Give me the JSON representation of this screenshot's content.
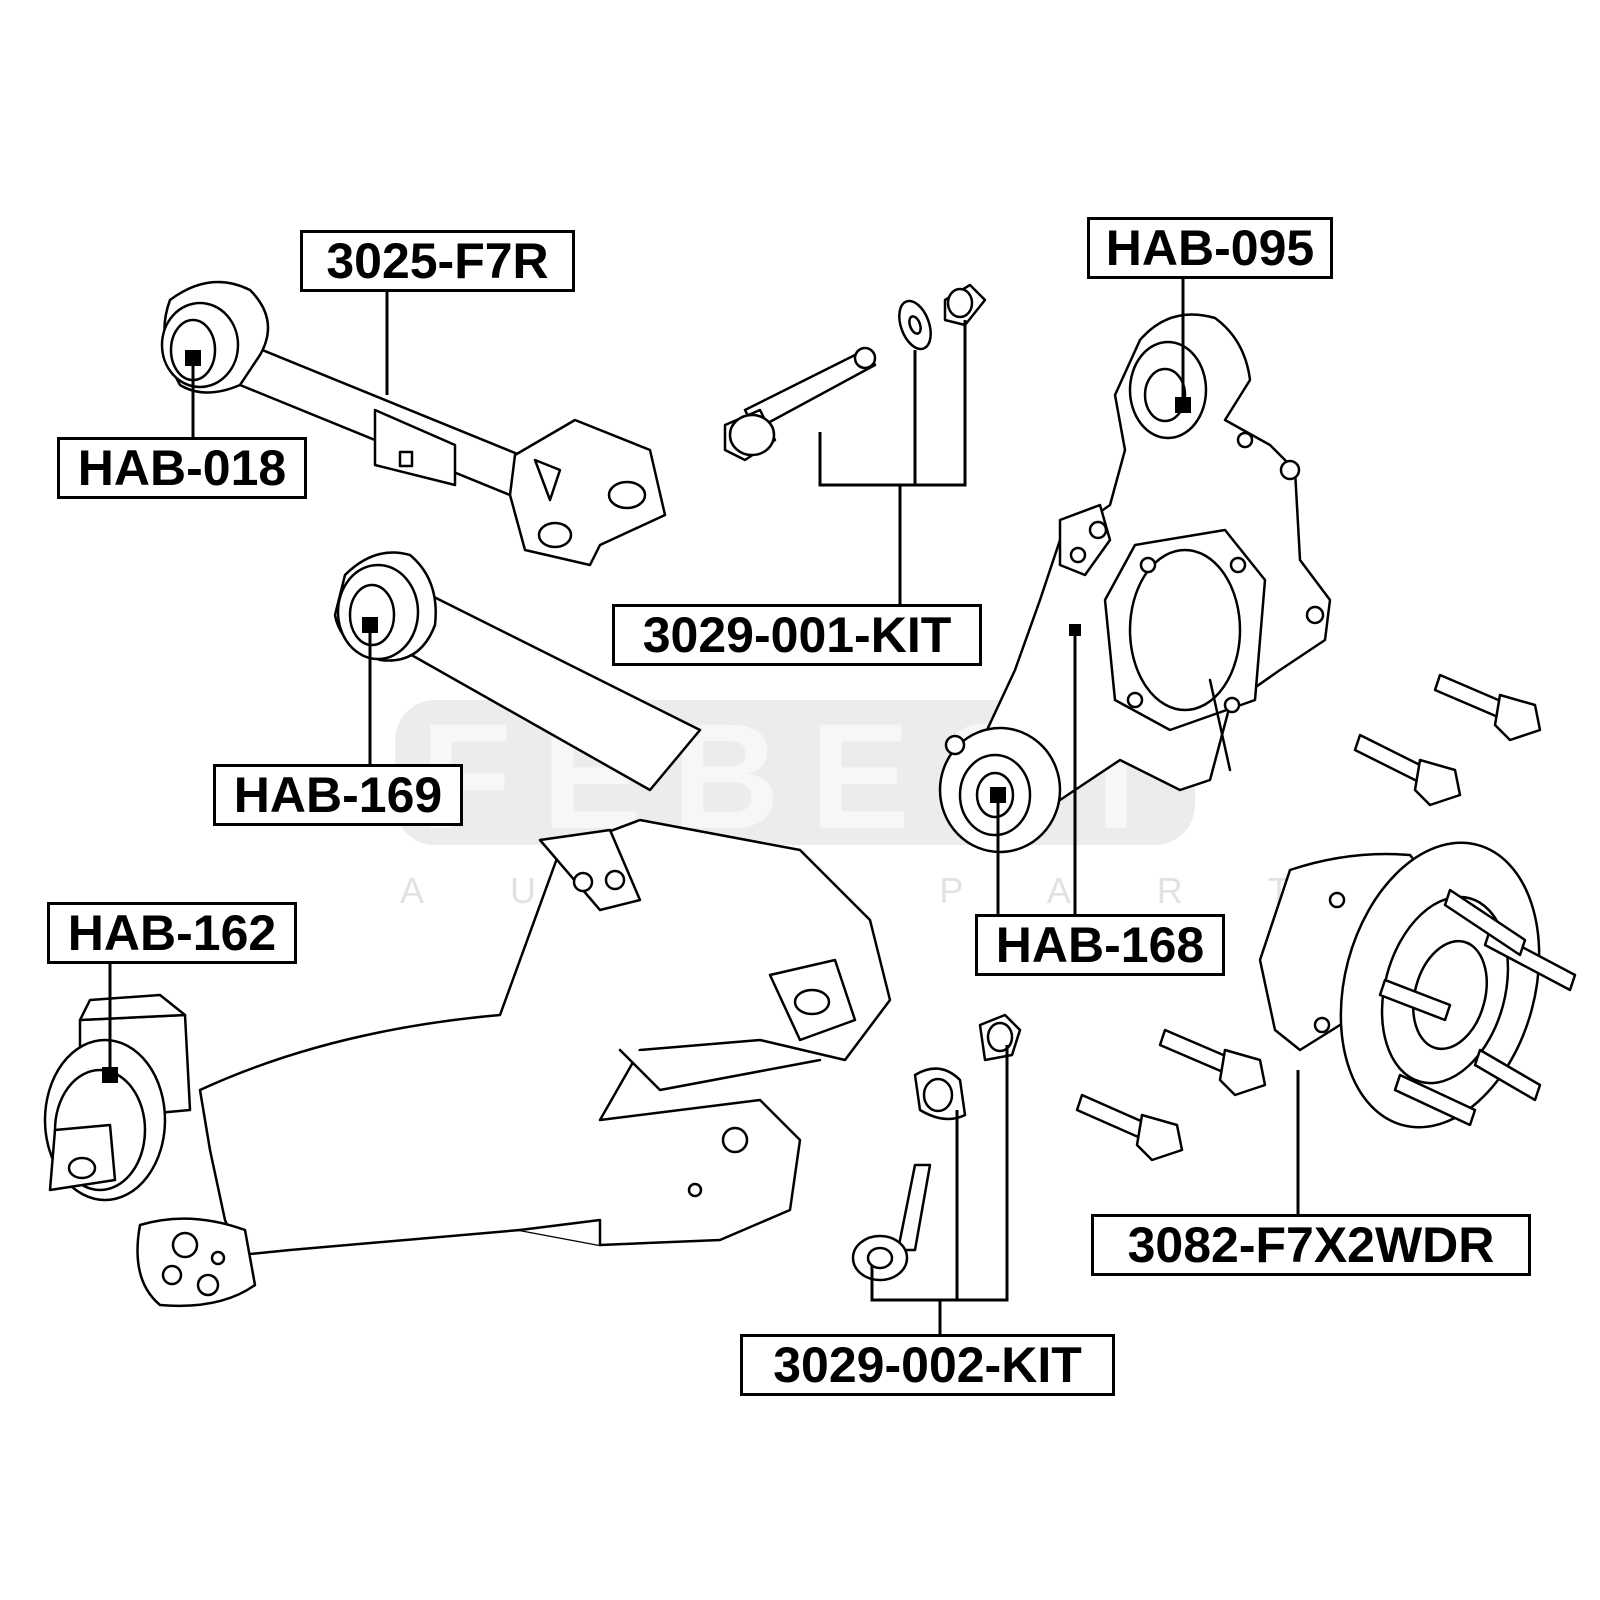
{
  "watermark": {
    "brand": "FEBEST",
    "tagline": "AUTO PARTS",
    "color": "#e6e6e6"
  },
  "line_color": "#000000",
  "labels": {
    "p3025": "3025-F7R",
    "hab018": "HAB-018",
    "hab169": "HAB-169",
    "hab162": "HAB-162",
    "kit001": "3029-001-KIT",
    "hab095": "HAB-095",
    "hab168": "HAB-168",
    "kit002": "3029-002-KIT",
    "hub": "3082-F7X2WDR"
  }
}
